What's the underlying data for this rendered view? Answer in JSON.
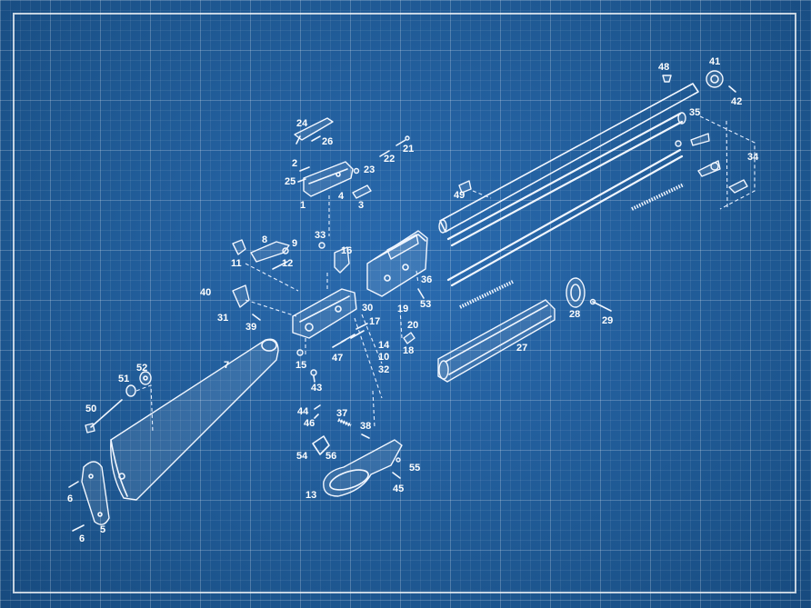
{
  "labels": {
    "p1": "1",
    "p2": "2",
    "p3": "3",
    "p4": "4",
    "p5": "5",
    "p6a": "6",
    "p6b": "6",
    "p7": "7",
    "p8": "8",
    "p9": "9",
    "p10": "10",
    "p11": "11",
    "p12": "12",
    "p13": "13",
    "p14": "14",
    "p15": "15",
    "p16": "16",
    "p17": "17",
    "p18": "18",
    "p19": "19",
    "p20": "20",
    "p21": "21",
    "p22": "22",
    "p23": "23",
    "p24": "24",
    "p25": "25",
    "p26": "26",
    "p27": "27",
    "p28": "28",
    "p29": "29",
    "p30": "30",
    "p31": "31",
    "p32": "32",
    "p33": "33",
    "p34": "34",
    "p35": "35",
    "p36": "36",
    "p37": "37",
    "p38": "38",
    "p39": "39",
    "p40": "40",
    "p41": "41",
    "p42": "42",
    "p43": "43",
    "p44": "44",
    "p45": "45",
    "p46": "46",
    "p47": "47",
    "p48": "48",
    "p49": "49",
    "p50": "50",
    "p51": "51",
    "p52": "52",
    "p53": "53",
    "p54": "54",
    "p55": "55",
    "p56": "56"
  },
  "colors": {
    "background": "#1f5c9c",
    "line": "#f2f7ff"
  }
}
